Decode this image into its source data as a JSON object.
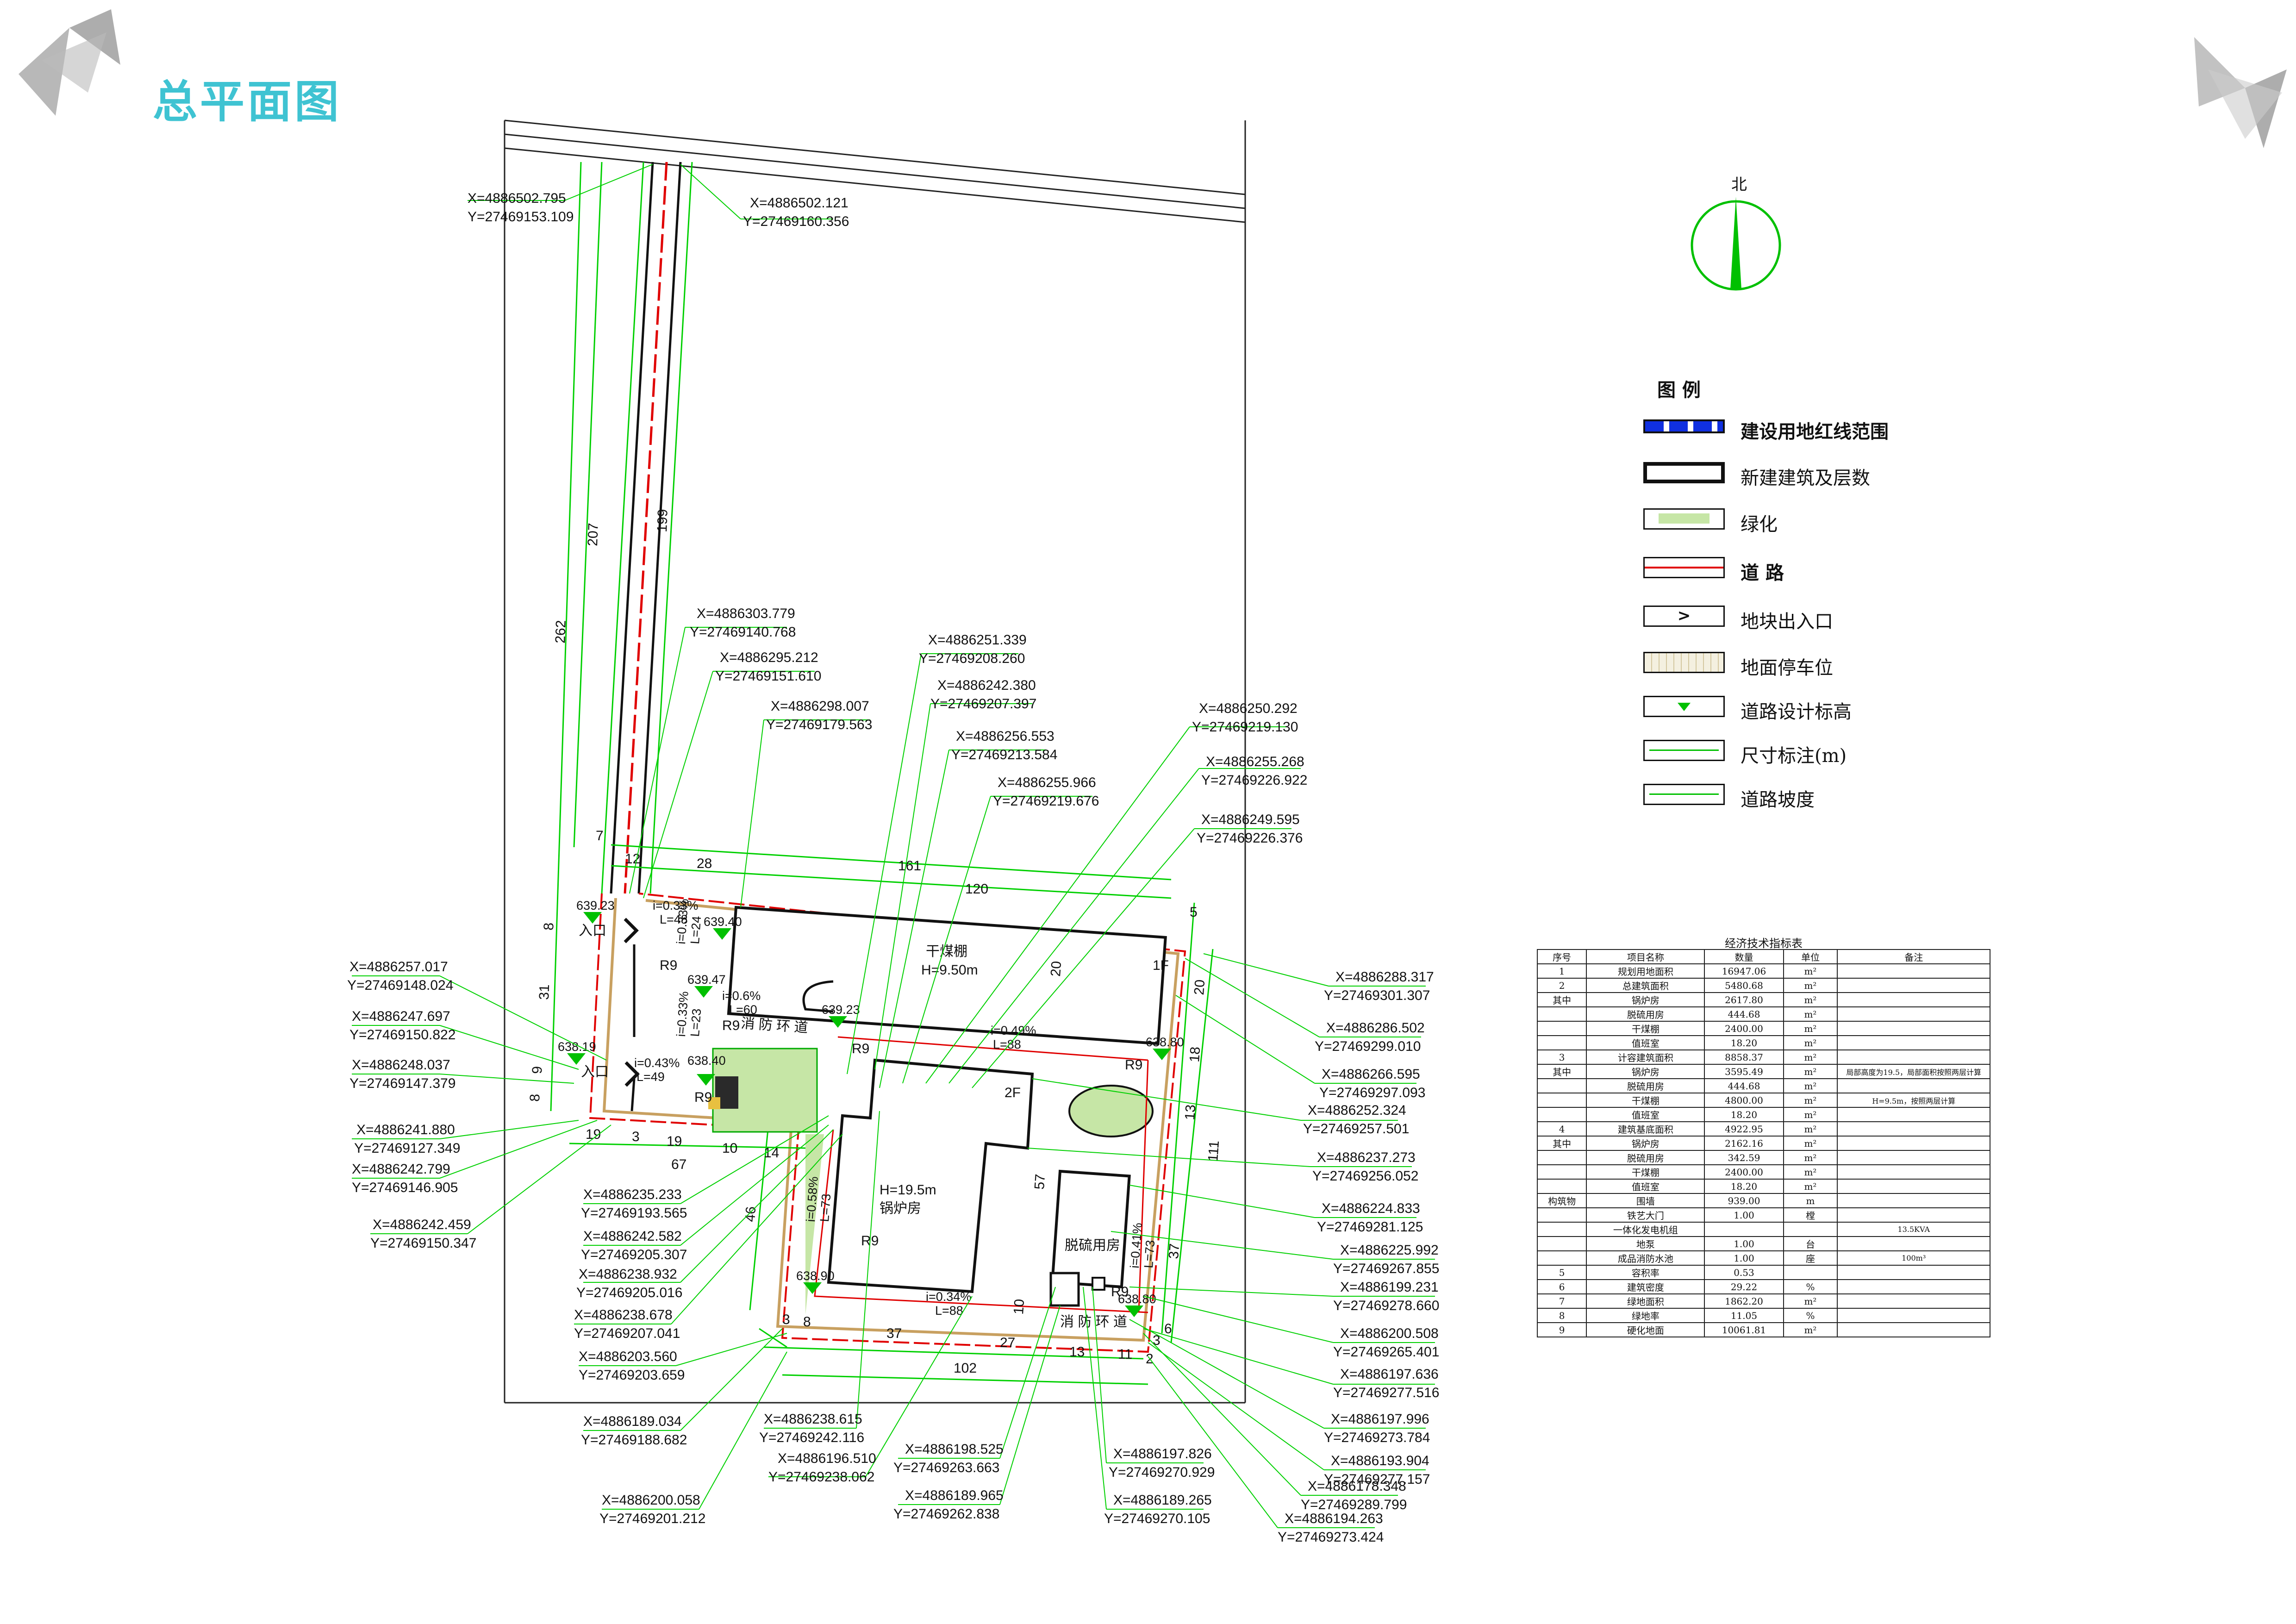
{
  "page": {
    "title": "总平面图"
  },
  "north_label": "北",
  "legend": {
    "title": "图 例",
    "items": [
      {
        "id": "redline",
        "label": "建设用地红线范围"
      },
      {
        "id": "building",
        "label": "新建建筑及层数"
      },
      {
        "id": "green",
        "label": "绿化"
      },
      {
        "id": "road",
        "label": "道    路"
      },
      {
        "id": "entrance",
        "label": "地块出入口"
      },
      {
        "id": "parking",
        "label": "地面停车位"
      },
      {
        "id": "elevation",
        "label": "道路设计标高"
      },
      {
        "id": "dimension",
        "label": "尺寸标注(m)"
      },
      {
        "id": "slope",
        "label": "道路坡度"
      }
    ]
  },
  "colors": {
    "title": "#3fc3d2",
    "green_line": "#00e000",
    "red_line": "#e00000",
    "blue_line": "#1030e0",
    "green_fill": "#c6e6a6"
  },
  "plan": {
    "coords": {
      "c1": [
        "X=4886502.795",
        "Y=27469153.109"
      ],
      "c2": [
        "X=4886502.121",
        "Y=27469160.356"
      ],
      "c3": [
        "X=4886303.779",
        "Y=27469140.768"
      ],
      "c4": [
        "X=4886295.212",
        "Y=27469151.610"
      ],
      "c5": [
        "X=4886298.007",
        "Y=27469179.563"
      ],
      "c6": [
        "X=4886251.339",
        "Y=27469208.260"
      ],
      "c7": [
        "X=4886242.380",
        "Y=27469207.397"
      ],
      "c8": [
        "X=4886256.553",
        "Y=27469213.584"
      ],
      "c9": [
        "X=4886255.966",
        "Y=27469219.676"
      ],
      "c10": [
        "X=4886250.292",
        "Y=27469219.130"
      ],
      "c11": [
        "X=4886255.268",
        "Y=27469226.922"
      ],
      "c12": [
        "X=4886249.595",
        "Y=27469226.376"
      ],
      "c13": [
        "X=4886288.317",
        "Y=27469301.307"
      ],
      "c14": [
        "X=4886286.502",
        "Y=27469299.010"
      ],
      "c15": [
        "X=4886266.595",
        "Y=27469297.093"
      ],
      "c16": [
        "X=4886252.324",
        "Y=27469257.501"
      ],
      "c17": [
        "X=4886237.273",
        "Y=27469256.052"
      ],
      "c18": [
        "X=4886224.833",
        "Y=27469281.125"
      ],
      "c19": [
        "X=4886225.992",
        "Y=27469267.855"
      ],
      "c20": [
        "X=4886199.231",
        "Y=27469278.660"
      ],
      "c21": [
        "X=4886200.508",
        "Y=27469265.401"
      ],
      "c22": [
        "X=4886197.636",
        "Y=27469277.516"
      ],
      "c23": [
        "X=4886197.996",
        "Y=27469273.784"
      ],
      "c24": [
        "X=4886193.904",
        "Y=27469277.157"
      ],
      "c25": [
        "X=4886178.348",
        "Y=27469289.799"
      ],
      "c26": [
        "X=4886194.263",
        "Y=27469273.424"
      ],
      "c27": [
        "X=4886197.826",
        "Y=27469270.929"
      ],
      "c28": [
        "X=4886189.265",
        "Y=27469270.105"
      ],
      "c29": [
        "X=4886198.525",
        "Y=27469263.663"
      ],
      "c30": [
        "X=4886189.965",
        "Y=27469262.838"
      ],
      "c31": [
        "X=4886238.615",
        "Y=27469242.116"
      ],
      "c32": [
        "X=4886196.510",
        "Y=27469238.062"
      ],
      "c33": [
        "X=4886189.034",
        "Y=27469188.682"
      ],
      "c34": [
        "X=4886200.058",
        "Y=27469201.212"
      ],
      "c35": [
        "X=4886257.017",
        "Y=27469148.024"
      ],
      "c36": [
        "X=4886247.697",
        "Y=27469150.822"
      ],
      "c37": [
        "X=4886248.037",
        "Y=27469147.379"
      ],
      "c38": [
        "X=4886241.880",
        "Y=27469127.349"
      ],
      "c39": [
        "X=4886242.799",
        "Y=27469146.905"
      ],
      "c40": [
        "X=4886242.459",
        "Y=27469150.347"
      ],
      "c41": [
        "X=4886235.233",
        "Y=27469193.565"
      ],
      "c42": [
        "X=4886242.582",
        "Y=27469205.307"
      ],
      "c43": [
        "X=4886238.932",
        "Y=27469205.016"
      ],
      "c44": [
        "X=4886238.678",
        "Y=27469207.041"
      ],
      "c45": [
        "X=4886203.560",
        "Y=27469203.659"
      ]
    },
    "dims": {
      "d207": "207",
      "d199": "199",
      "d262": "262",
      "d7": "7",
      "d12": "12",
      "d28": "28",
      "d161": "161",
      "d120": "120",
      "d8a": "8",
      "d31": "31",
      "d9": "9",
      "d8b": "8",
      "d19a": "19",
      "d3a": "3",
      "d19b": "19",
      "d10a": "10",
      "d14": "14",
      "d67": "67",
      "d46": "46",
      "d20a": "20",
      "d20b": "20",
      "d18": "18",
      "d13a": "13",
      "d111": "111",
      "d57": "57",
      "d37a": "37",
      "d3b": "3",
      "d8c": "8",
      "d37b": "37",
      "d10b": "10",
      "d27": "27",
      "d102": "102",
      "d13b": "13",
      "d11": "11",
      "d3c": "3",
      "d6": "6",
      "d2": "2",
      "d5": "5"
    },
    "labels": {
      "coal_shed": "干煤棚",
      "coal_h": "H=9.50m",
      "boiler": "锅炉房",
      "boiler_h": "H=19.5m",
      "desulf": "脱硫用房",
      "f1": "1F",
      "f2": "2F",
      "loop1": "消 防 环 道",
      "loop2": "消 防 环 道",
      "r9a": "R9",
      "r9b": "R9",
      "r9c": "R9",
      "r9d": "R9",
      "r9e": "R9",
      "r9f": "R9",
      "r9g": "R9",
      "entry1": "入口",
      "entry2": "入口"
    },
    "elevations": {
      "e1": "639.23",
      "e2": "639.40",
      "e3": "639.47",
      "e4": "639.23",
      "e5": "638.80",
      "e6": "638.19",
      "e7": "638.40",
      "e8": "638.90",
      "e9": "638.80"
    },
    "slopes": {
      "s1": [
        "i=0.33%",
        "L=48"
      ],
      "s2": [
        "i=0.33%",
        "L=24"
      ],
      "s3": [
        "i=0.6%",
        "L=60"
      ],
      "s4": [
        "i=0.33%",
        "L=23"
      ],
      "s5": [
        "i=0.43%",
        "L=49"
      ],
      "s6": [
        "i=0.49%",
        "L=88"
      ],
      "s7": [
        "i=0.58%",
        "L=73"
      ],
      "s8": [
        "i=0.34%",
        "L=88"
      ],
      "s9": [
        "i=0.41%",
        "L=73"
      ]
    }
  },
  "table": {
    "caption": "经济技术指标表",
    "headers": [
      "序号",
      "项目名称",
      "数量",
      "单位",
      "备注"
    ],
    "rows": [
      [
        "1",
        "规划用地面积",
        "16947.06",
        "m²",
        ""
      ],
      [
        "2",
        "总建筑面积",
        "5480.68",
        "m²",
        ""
      ],
      [
        "其中",
        "锅炉房",
        "2617.80",
        "m²",
        ""
      ],
      [
        "",
        "脱硫用房",
        "444.68",
        "m²",
        ""
      ],
      [
        "",
        "干煤棚",
        "2400.00",
        "m²",
        ""
      ],
      [
        "",
        "值班室",
        "18.20",
        "m²",
        ""
      ],
      [
        "3",
        "计容建筑面积",
        "8858.37",
        "m²",
        ""
      ],
      [
        "其中",
        "锅炉房",
        "3595.49",
        "m²",
        "局部高度为19.5，局部面积按照两层计算"
      ],
      [
        "",
        "脱硫用房",
        "444.68",
        "m²",
        ""
      ],
      [
        "",
        "干煤棚",
        "4800.00",
        "m²",
        "H=9.5m，按照两层计算"
      ],
      [
        "",
        "值班室",
        "18.20",
        "m²",
        ""
      ],
      [
        "4",
        "建筑基底面积",
        "4922.95",
        "m²",
        ""
      ],
      [
        "其中",
        "锅炉房",
        "2162.16",
        "m²",
        ""
      ],
      [
        "",
        "脱硫用房",
        "342.59",
        "m²",
        ""
      ],
      [
        "",
        "干煤棚",
        "2400.00",
        "m²",
        ""
      ],
      [
        "",
        "值班室",
        "18.20",
        "m²",
        ""
      ],
      [
        "构筑物",
        "围墙",
        "939.00",
        "m",
        ""
      ],
      [
        "",
        "铁艺大门",
        "1.00",
        "樘",
        ""
      ],
      [
        "",
        "一体化发电机组",
        "",
        "",
        "13.5KVA"
      ],
      [
        "",
        "地泵",
        "1.00",
        "台",
        ""
      ],
      [
        "",
        "成品消防水池",
        "1.00",
        "座",
        "100m³"
      ],
      [
        "5",
        "容积率",
        "0.53",
        "",
        ""
      ],
      [
        "6",
        "建筑密度",
        "29.22",
        "%",
        ""
      ],
      [
        "7",
        "绿地面积",
        "1862.20",
        "m²",
        ""
      ],
      [
        "8",
        "绿地率",
        "11.05",
        "%",
        ""
      ],
      [
        "9",
        "硬化地面",
        "10061.81",
        "m²",
        ""
      ]
    ]
  }
}
